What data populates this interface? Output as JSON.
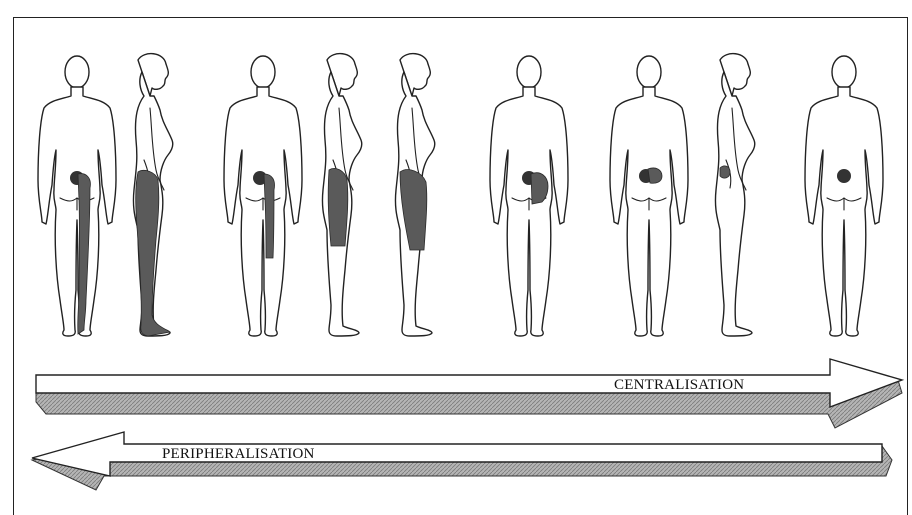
{
  "arrows": {
    "centralisation_label": "CENTRALISATION",
    "peripheralisation_label": "PERIPHERALISATION"
  },
  "figures": [
    {
      "view": "back",
      "pain_extent": "whole leg to foot"
    },
    {
      "view": "side",
      "pain_extent": "whole leg to foot"
    },
    {
      "view": "back",
      "pain_extent": "buttock to lower leg"
    },
    {
      "view": "side",
      "pain_extent": "thigh to knee"
    },
    {
      "view": "side",
      "pain_extent": "buttock and thigh"
    },
    {
      "view": "back",
      "pain_extent": "buttock"
    },
    {
      "view": "back",
      "pain_extent": "low back and buttock"
    },
    {
      "view": "side",
      "pain_extent": "low back"
    },
    {
      "view": "back",
      "pain_extent": "central low back"
    }
  ],
  "colors": {
    "pain_shading": "#5a5a5a",
    "arrow_shadow": "#9a9a9a",
    "outline": "#222222"
  }
}
